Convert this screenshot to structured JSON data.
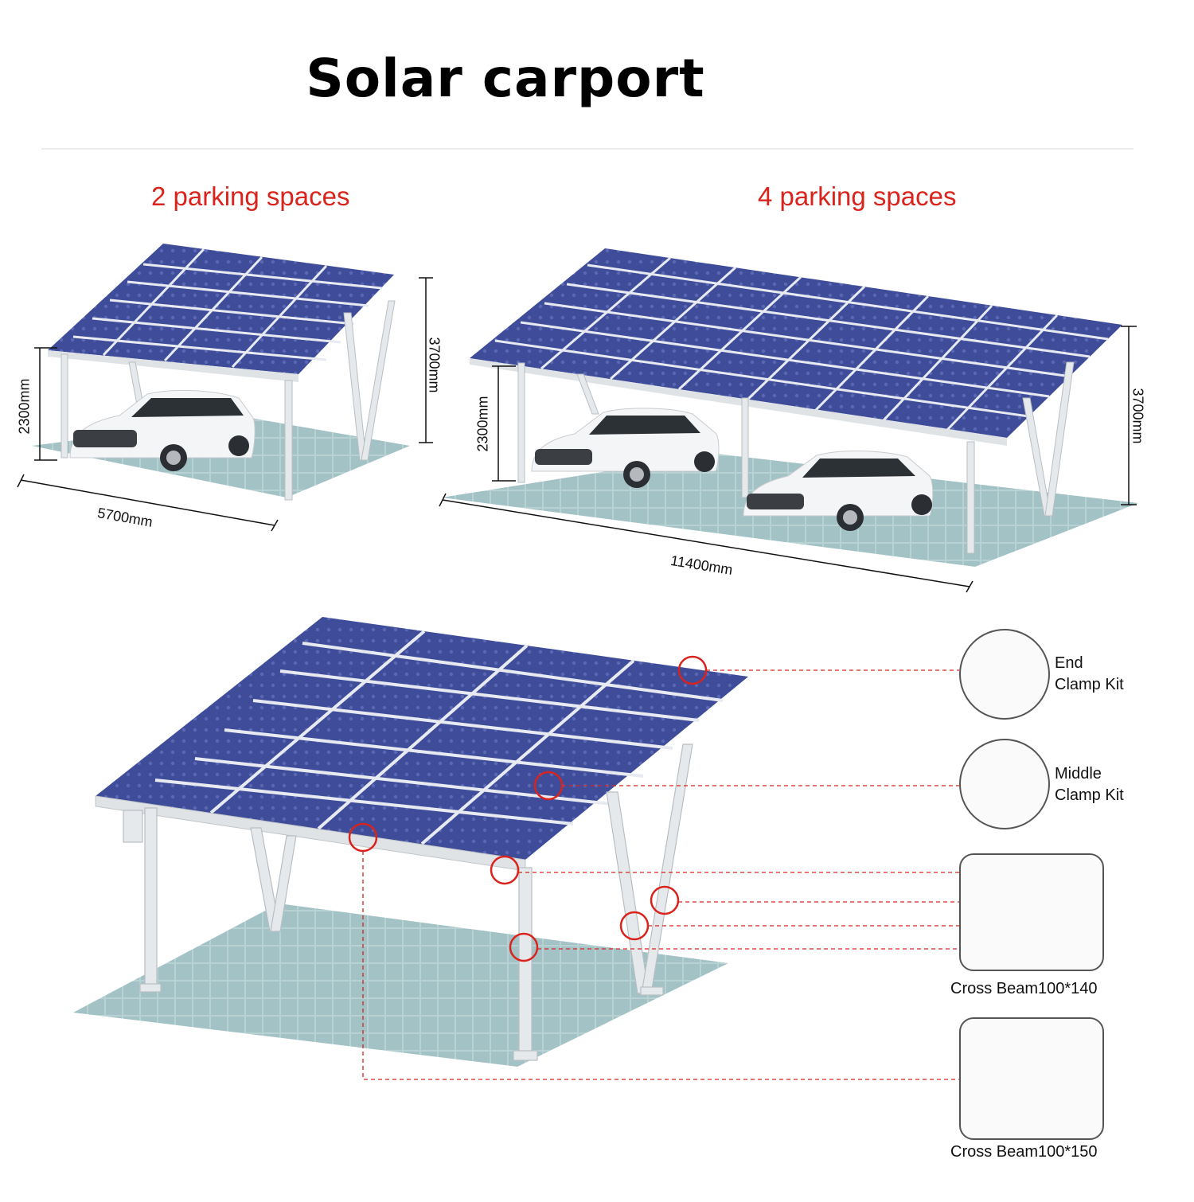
{
  "title": "Solar carport",
  "sections": {
    "two": {
      "label": "2 parking spaces",
      "height_low": "2300mm",
      "height_high": "3700mm",
      "length": "5700mm"
    },
    "four": {
      "label": "4 parking spaces",
      "height_low": "2300mm",
      "height_high": "3700mm",
      "length": "11400mm"
    }
  },
  "components": [
    {
      "line1": "End",
      "line2": "Clamp Kit"
    },
    {
      "line1": "Middle",
      "line2": "Clamp Kit"
    },
    {
      "caption": "Cross Beam100*140"
    },
    {
      "caption": "Cross Beam100*150"
    }
  ],
  "colors": {
    "title": "#000000",
    "section_label": "#d9231c",
    "callout": "#d9231c",
    "panel": "#3f4c9a",
    "panel_grid": "#e8eaf2",
    "frame": "#dfe3e6",
    "floor": "#a9c6c9"
  }
}
